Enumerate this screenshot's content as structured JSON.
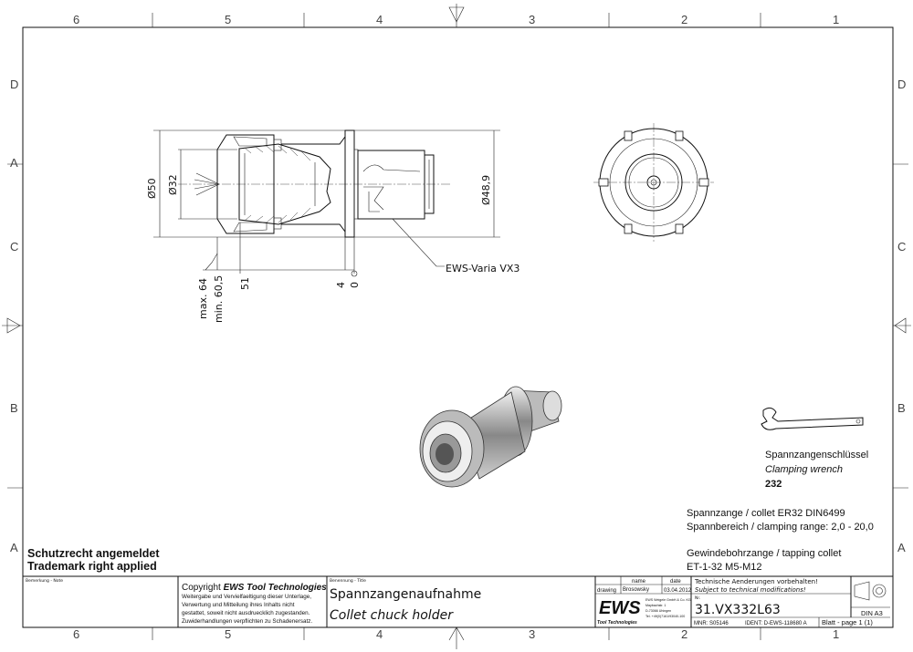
{
  "frame": {
    "columns": [
      "6",
      "5",
      "4",
      "3",
      "2",
      "1"
    ],
    "rows_left": [
      "D",
      "A",
      "C",
      "B",
      "A"
    ],
    "rows_right": [
      "D",
      "C",
      "B",
      "A"
    ]
  },
  "drawing": {
    "dimensions": {
      "dia_50": "Ø50",
      "dia_32": "Ø32",
      "dia_48_9": "Ø48,9",
      "max_64": "max. 64",
      "min_60_5": "min. 60,5",
      "d51": "51",
      "d4": "4",
      "d0": "0"
    },
    "callout": "EWS-Varia VX3"
  },
  "wrench": {
    "title_de": "Spannzangenschlüssel",
    "title_en": "Clamping wrench",
    "number": "232"
  },
  "specs": {
    "collet_line": "Spannzange / collet   ER32   DIN6499",
    "range_line": "Spannbereich / clamping range: 2,0 - 20,0",
    "tapping_line": "Gewindebohrzange / tapping collet",
    "tapping_value": "ET-1-32   M5-M12"
  },
  "trademark": {
    "line1": "Schutzrecht angemeldet",
    "line2": "Trademark right applied"
  },
  "title_block": {
    "note_label": "Bemerkung - Note",
    "copyright_title_prefix": "Copyright ",
    "copyright_brand": "EWS Tool Technologies",
    "copyright_lines": [
      "Weitergabe und Vervielfaeltigung dieser Unterlage,",
      "Verwertung und Mitteilung ihres Inhalts nicht",
      "gestattet, soweit nicht ausdruecklich zugestanden.",
      "Zuwiderhandlungen verpflichten zu Schadenersatz."
    ],
    "title_label": "Benennung - Title",
    "title_de": "Spannzangenaufnahme",
    "title_en": "Collet chuck holder",
    "name_header": "name",
    "date_header": "date",
    "drawing_label": "drawing",
    "drawer": "Brosowsky",
    "date": "03.04.2012",
    "logo": "EWS",
    "logo_sub": "Tool Technologies",
    "company_lines": [
      "EWS Weigele GmbH & Co. KG",
      "Maybachstr. 1",
      "D-73066 Uhingen",
      "Tel. +49(0)7161/93040-100"
    ],
    "notice_de": "Technische Aenderungen vorbehalten!",
    "notice_en": "Subject to technical modifications!",
    "nr_label": "Nr.",
    "part_number": "31.VX332L63",
    "mnr": "MNR: S05146",
    "ident": "IDENT: D-EWS-118680 A",
    "sheet": "Blatt - page  1 (1)",
    "format": "DIN A3"
  }
}
